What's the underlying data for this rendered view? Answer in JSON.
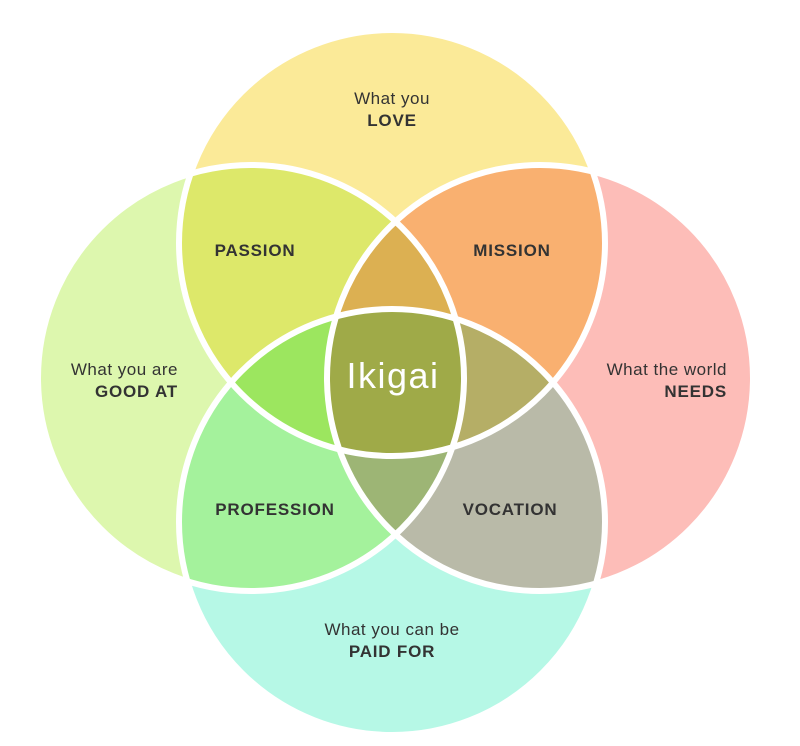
{
  "circles": {
    "love": {
      "line1": "What you",
      "line2": "LOVE",
      "color": "#FBEA98"
    },
    "good_at": {
      "line1": "What you are",
      "line2": "GOOD AT",
      "color": "#DDF7AE"
    },
    "needs": {
      "line1": "What the world",
      "line2": "NEEDS",
      "color": "#FDBDB8"
    },
    "paid_for": {
      "line1": "What you can be",
      "line2": "PAID FOR",
      "color": "#B6F8E6"
    }
  },
  "overlaps": {
    "passion": {
      "label": "PASSION",
      "color": "#DDE86A"
    },
    "mission": {
      "label": "MISSION",
      "color": "#F9B070"
    },
    "profession": {
      "label": "PROFESSION",
      "color": "#A4F29C"
    },
    "vocation": {
      "label": "VOCATION",
      "color": "#B9BAA8"
    },
    "love_good_needs": {
      "color": "#DCB052"
    },
    "love_good_paid": {
      "color": "#9CE65F"
    },
    "love_needs_paid": {
      "color": "#B5AE66"
    },
    "good_needs_paid": {
      "color": "#9DB575"
    }
  },
  "center": {
    "label": "Ikigai",
    "color": "#9FAA48",
    "text_color": "#FFFFFF"
  },
  "stroke_color": "#FFFFFF"
}
